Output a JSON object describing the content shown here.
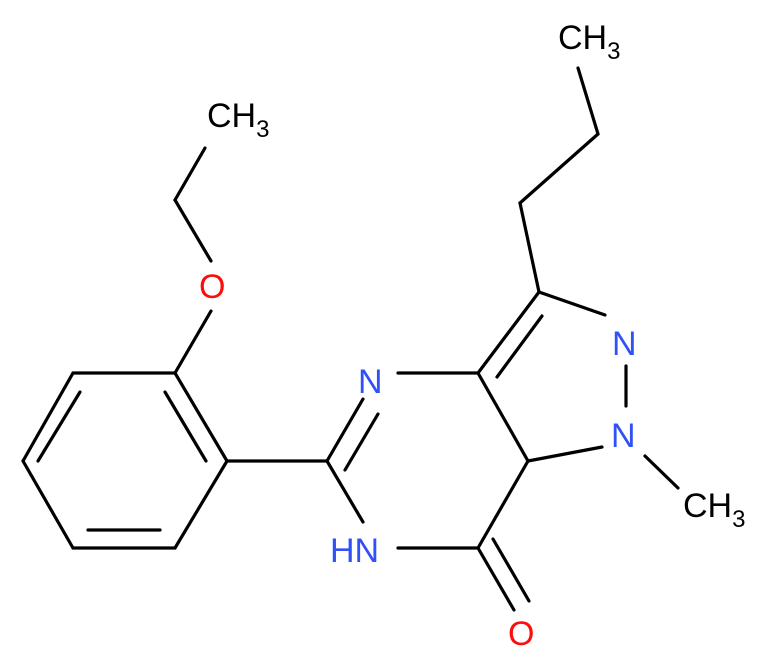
{
  "atoms": {
    "ch3_top": {
      "main": "CH",
      "sub": "3"
    },
    "ch3_left": {
      "main": "CH",
      "sub": "3"
    },
    "ch3_right": {
      "main": "CH",
      "sub": "3"
    },
    "o_ether": "O",
    "o_carbonyl": "O",
    "n_pyr": "N",
    "n_pyrazole_top": "N",
    "n_pyrazole_bottom": "N",
    "hn": "HN"
  },
  "colors": {
    "bond": "#000000",
    "carbon": "#000000",
    "nitrogen": "#3050F8",
    "oxygen": "#FF0D0D"
  }
}
